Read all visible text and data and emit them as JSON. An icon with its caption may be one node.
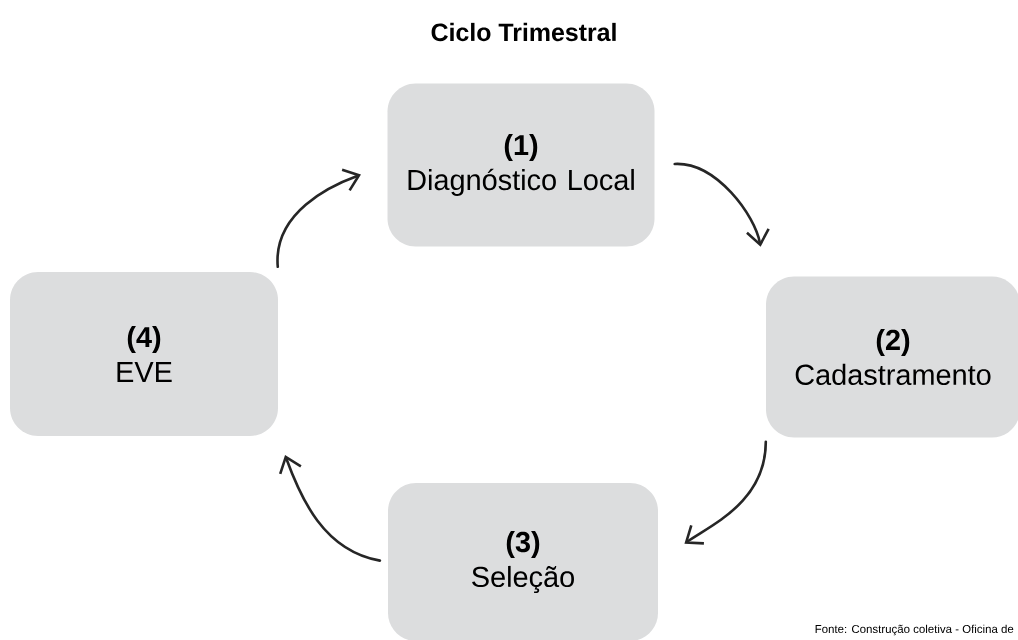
{
  "diagram": {
    "title": "Ciclo Trimestral",
    "nodes": [
      {
        "text": [
          "(1)",
          "Diagnóstico Local"
        ]
      },
      {
        "text": [
          "(2)",
          "Cadastramento"
        ]
      },
      {
        "text": [
          "(3)",
          "Seleção"
        ]
      },
      {
        "text": [
          "(4)",
          "EVE"
        ]
      }
    ],
    "edges": [
      {
        "from": 0,
        "to": 1,
        "arrow": "to"
      },
      {
        "from": 1,
        "to": 2,
        "arrow": "to"
      },
      {
        "from": 2,
        "to": 3,
        "arrow": "to"
      },
      {
        "from": 3,
        "to": 0,
        "arrow": "to"
      }
    ],
    "labels": [
      "Fonte: Construção coletiva - Oficina de"
    ]
  }
}
